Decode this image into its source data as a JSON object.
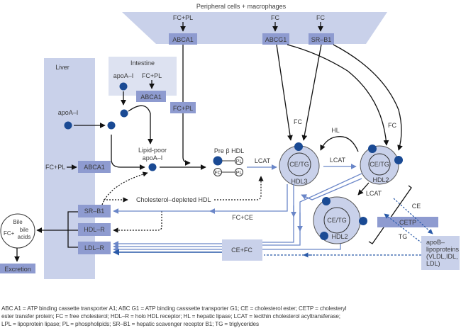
{
  "title": "Peripheral cells + macrophages",
  "colors": {
    "region_fill": "#c9d1ea",
    "region_light": "#dde2f1",
    "box_fill": "#8e9bd0",
    "dot": "#1a4a94",
    "flow_blue": "#6a86c8",
    "dark_blue": "#2a5aa8",
    "black": "#111111"
  },
  "regions": {
    "peripheral": "Peripheral cells + macrophages",
    "liver": "Liver",
    "intestine": "Intestine"
  },
  "peripheral": {
    "input_left": "FC+PL",
    "input_mid": "FC",
    "input_right": "FC",
    "abca1": "ABCA1",
    "abcg1": "ABCG1",
    "srb1": "SR–B1"
  },
  "intestine": {
    "apoa": "apoA–I",
    "fcpl": "FC+PL",
    "abca1": "ABCA1"
  },
  "liver": {
    "apoa": "apoA–I",
    "fcpl": "FC+PL",
    "abca1": "ABCA1",
    "srb1": "SR–B1",
    "hdlr": "HDL–R",
    "ldlr": "LDL–R"
  },
  "labels": {
    "fcpl_box": "FC+PL",
    "lipid_poor_1": "Lipid-poor",
    "lipid_poor_2": "apoA–I",
    "pre_beta": "Pre β HDL",
    "pl1": "PL",
    "pl2": "PL",
    "fc": "FC",
    "lcat1": "LCAT",
    "lcat2": "LCAT",
    "lcat3": "LCAT",
    "hl": "HL",
    "fc_mid": "FC",
    "fc_right": "FC",
    "chol_depleted": "Cholesterol–depleted HDL",
    "fcce": "FC+CE",
    "cefc": "CE+FC",
    "cetp": "CETP",
    "ce": "CE",
    "tg": "TG",
    "apob_1": "apoB–",
    "apob_2": "lipoproteins",
    "apob_3": "(VLDL,IDL,",
    "apob_4": "LDL)",
    "bile": "Bile",
    "fcplus": "FC+",
    "bile_acids_1": "bile",
    "bile_acids_2": "acids",
    "excretion": "Excretion"
  },
  "particles": {
    "hdl3": {
      "core": "CE/TG",
      "name": "HDL3"
    },
    "hdl2_top": {
      "core": "CE/TG",
      "name": "HDL2"
    },
    "hdl2_bottom": {
      "core": "CE/TG",
      "name": "HDL2"
    }
  },
  "caption": [
    "ABC A1 = ATP binding cassette transporter A1; ABC G1 = ATP binding casssette transporter G1; CE = cholesterol ester; CETP = cholesteryl",
    "ester transfer protein; FC = free cholesterol; HDL–R = holo HDL receptor; HL = hepatic lipase; LCAT = lecithin cholesterol acyltransferase;",
    "LPL = lipoprotein lipase; PL = phospholipids; SR–B1 = hepatic scavenger receptor B1; TG = triglycerides"
  ]
}
